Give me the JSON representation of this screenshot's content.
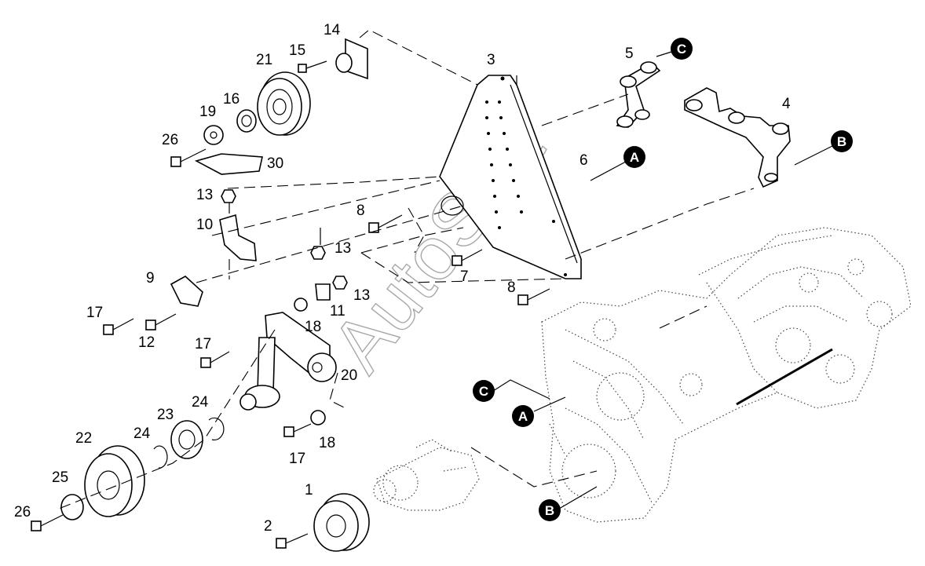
{
  "watermark": "AutoSoft",
  "part_numbers": {
    "p1": "1",
    "p2": "2",
    "p3": "3",
    "p4": "4",
    "p5": "5",
    "p6": "6",
    "p7": "7",
    "p8a": "8",
    "p8b": "8",
    "p9": "9",
    "p10": "10",
    "p11": "11",
    "p12": "12",
    "p13a": "13",
    "p13b": "13",
    "p13c": "13",
    "p14": "14",
    "p15": "15",
    "p16": "16",
    "p17a": "17",
    "p17b": "17",
    "p17c": "17",
    "p18a": "18",
    "p18b": "18",
    "p19": "19",
    "p20": "20",
    "p21": "21",
    "p22": "22",
    "p23": "23",
    "p24a": "24",
    "p24b": "24",
    "p25": "25",
    "p26a": "26",
    "p26b": "26",
    "p30": "30"
  },
  "callouts": {
    "c_top": "C",
    "c_left": "C",
    "a_right": "A",
    "a_left": "A",
    "b_right": "B",
    "b_bottom": "B"
  }
}
